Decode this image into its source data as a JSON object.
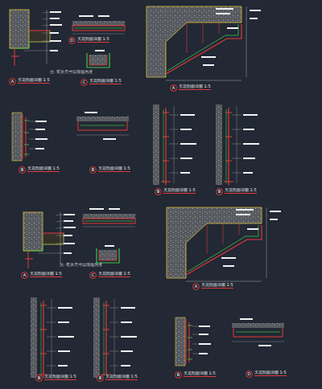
{
  "diagram": {
    "labels": [
      "A",
      "天花剖面详图 1:5",
      "D",
      "天花剖面详图 1:5",
      "注: 有关尺寸以现场为准",
      "C",
      "天花剖面详图 1:5",
      "A",
      "天花剖面详图 1:5",
      "B",
      "天花剖面详图 1:5",
      "B",
      "天花剖面详图 1:5",
      "B",
      "天花剖面详图 1:5",
      "B",
      "天花剖面详图 1:5",
      "A",
      "天花剖面详图 1:5",
      "注: 有关尺寸以现场为准",
      "C",
      "天花剖面详图 1:5",
      "A",
      "天花剖面详图 1:5",
      "B",
      "天花剖面详图 1:5",
      "B",
      "天花剖面详图 1:5",
      "B",
      "天花剖面详图 1:5",
      "D",
      "天花剖面详图 1:5"
    ]
  }
}
